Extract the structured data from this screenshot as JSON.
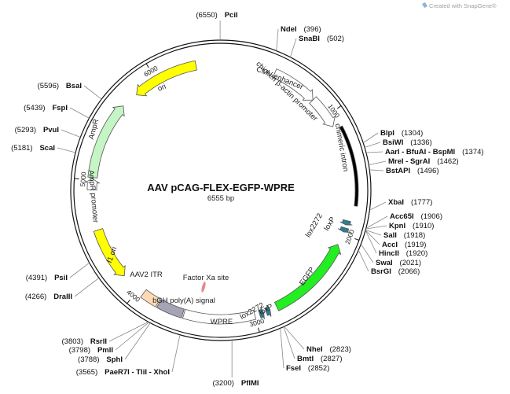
{
  "watermark": "Created with SnapGene®",
  "plasmid": {
    "name": "AAV pCAG-FLEX-EGFP-WPRE",
    "size_label": "6555 bp",
    "length": 6555
  },
  "ticks": [
    {
      "pos": 1000,
      "label": "1000"
    },
    {
      "pos": 2000,
      "label": "2000"
    },
    {
      "pos": 3000,
      "label": "3000"
    },
    {
      "pos": 4000,
      "label": "4000"
    },
    {
      "pos": 5000,
      "label": "5000"
    },
    {
      "pos": 6000,
      "label": "6000"
    }
  ],
  "sites": [
    {
      "name": "PciI",
      "pos_label": "(6550)",
      "pos": 6550
    },
    {
      "name": "NdeI",
      "pos_label": "(396)",
      "pos": 396
    },
    {
      "name": "SnaBI",
      "pos_label": "(502)",
      "pos": 502
    },
    {
      "name": "BlpI",
      "pos_label": "(1304)",
      "pos": 1304
    },
    {
      "name": "BsiWI",
      "pos_label": "(1336)",
      "pos": 1336
    },
    {
      "name": "AarI - BfuAI - BspMI",
      "pos_label": "(1374)",
      "pos": 1374
    },
    {
      "name": "MreI - SgrAI",
      "pos_label": "(1462)",
      "pos": 1462
    },
    {
      "name": "BstAPI",
      "pos_label": "(1496)",
      "pos": 1496
    },
    {
      "name": "XbaI",
      "pos_label": "(1777)",
      "pos": 1777
    },
    {
      "name": "Acc65I",
      "pos_label": "(1906)",
      "pos": 1906
    },
    {
      "name": "KpnI",
      "pos_label": "(1910)",
      "pos": 1910
    },
    {
      "name": "SalI",
      "pos_label": "(1918)",
      "pos": 1918
    },
    {
      "name": "AccI",
      "pos_label": "(1919)",
      "pos": 1919
    },
    {
      "name": "HincII",
      "pos_label": "(1920)",
      "pos": 1920
    },
    {
      "name": "SwaI",
      "pos_label": "(2021)",
      "pos": 2021
    },
    {
      "name": "BsrGI",
      "pos_label": "(2066)",
      "pos": 2066
    },
    {
      "name": "NheI",
      "pos_label": "(2823)",
      "pos": 2823
    },
    {
      "name": "BmtI",
      "pos_label": "(2827)",
      "pos": 2827
    },
    {
      "name": "FseI",
      "pos_label": "(2852)",
      "pos": 2852
    },
    {
      "name": "PflMI",
      "pos_label": "(3200)",
      "pos": 3200
    },
    {
      "name": "PaeR7I - TliI - XhoI",
      "pos_label": "(3565)",
      "pos": 3565
    },
    {
      "name": "SphI",
      "pos_label": "(3788)",
      "pos": 3788
    },
    {
      "name": "PmlI",
      "pos_label": "(3798)",
      "pos": 3798
    },
    {
      "name": "RsrII",
      "pos_label": "(3803)",
      "pos": 3803
    },
    {
      "name": "DraIII",
      "pos_label": "(4266)",
      "pos": 4266
    },
    {
      "name": "PsiI",
      "pos_label": "(4391)",
      "pos": 4391
    },
    {
      "name": "ScaI",
      "pos_label": "(5181)",
      "pos": 5181
    },
    {
      "name": "PvuI",
      "pos_label": "(5293)",
      "pos": 5293
    },
    {
      "name": "FspI",
      "pos_label": "(5439)",
      "pos": 5439
    },
    {
      "name": "BsaI",
      "pos_label": "(5596)",
      "pos": 5596
    }
  ],
  "features": [
    {
      "label": "ori",
      "start": 5800,
      "end": 6350,
      "dir": -1,
      "color": "#ffff00"
    },
    {
      "label": "CMV enhancer",
      "start": 450,
      "end": 830,
      "dir": 1,
      "color": "#ffffff"
    },
    {
      "label": "chicken β-actin promoter",
      "start": 830,
      "end": 1100,
      "dir": 1,
      "color": "#ffffff"
    },
    {
      "label": "chimeric intron",
      "start": 1130,
      "end": 1760,
      "dir": 0,
      "color": "#000000"
    },
    {
      "label": "loxP",
      "start": 1885,
      "end": 1920,
      "dir": 1,
      "color": "#2e7d93"
    },
    {
      "label": "lox2272",
      "start": 1945,
      "end": 1980,
      "dir": 1,
      "color": "#2e7d93"
    },
    {
      "label": "EGFP",
      "start": 2090,
      "end": 2810,
      "dir": -1,
      "color": "#22ee22"
    },
    {
      "label": "loxP",
      "start": 2870,
      "end": 2905,
      "dir": -1,
      "color": "#2e7d93"
    },
    {
      "label": "lox2272",
      "start": 2925,
      "end": 2960,
      "dir": -1,
      "color": "#2e7d93"
    },
    {
      "label": "WPRE",
      "start": 3000,
      "end": 3580,
      "dir": 0,
      "color": "#ffffff"
    },
    {
      "label": "bGH poly(A) signal",
      "start": 3590,
      "end": 3800,
      "dir": 0,
      "color": "#a4a4b4"
    },
    {
      "label": "AAV2 ITR",
      "start": 3810,
      "end": 3950,
      "dir": 0,
      "color": "#ffd9b3"
    },
    {
      "label": "f1 ori",
      "start": 4160,
      "end": 4590,
      "dir": -1,
      "color": "#ffff00"
    },
    {
      "label": "AmpR promoter",
      "start": 4920,
      "end": 5010,
      "dir": 1,
      "color": "#ffffff"
    },
    {
      "label": "AmpR",
      "start": 5020,
      "end": 5660,
      "dir": 1,
      "color": "#c5f5c5"
    }
  ],
  "inner_marks": [
    {
      "label": "Factor Xa site",
      "pos": 3380,
      "color": "#e88a8a"
    }
  ]
}
